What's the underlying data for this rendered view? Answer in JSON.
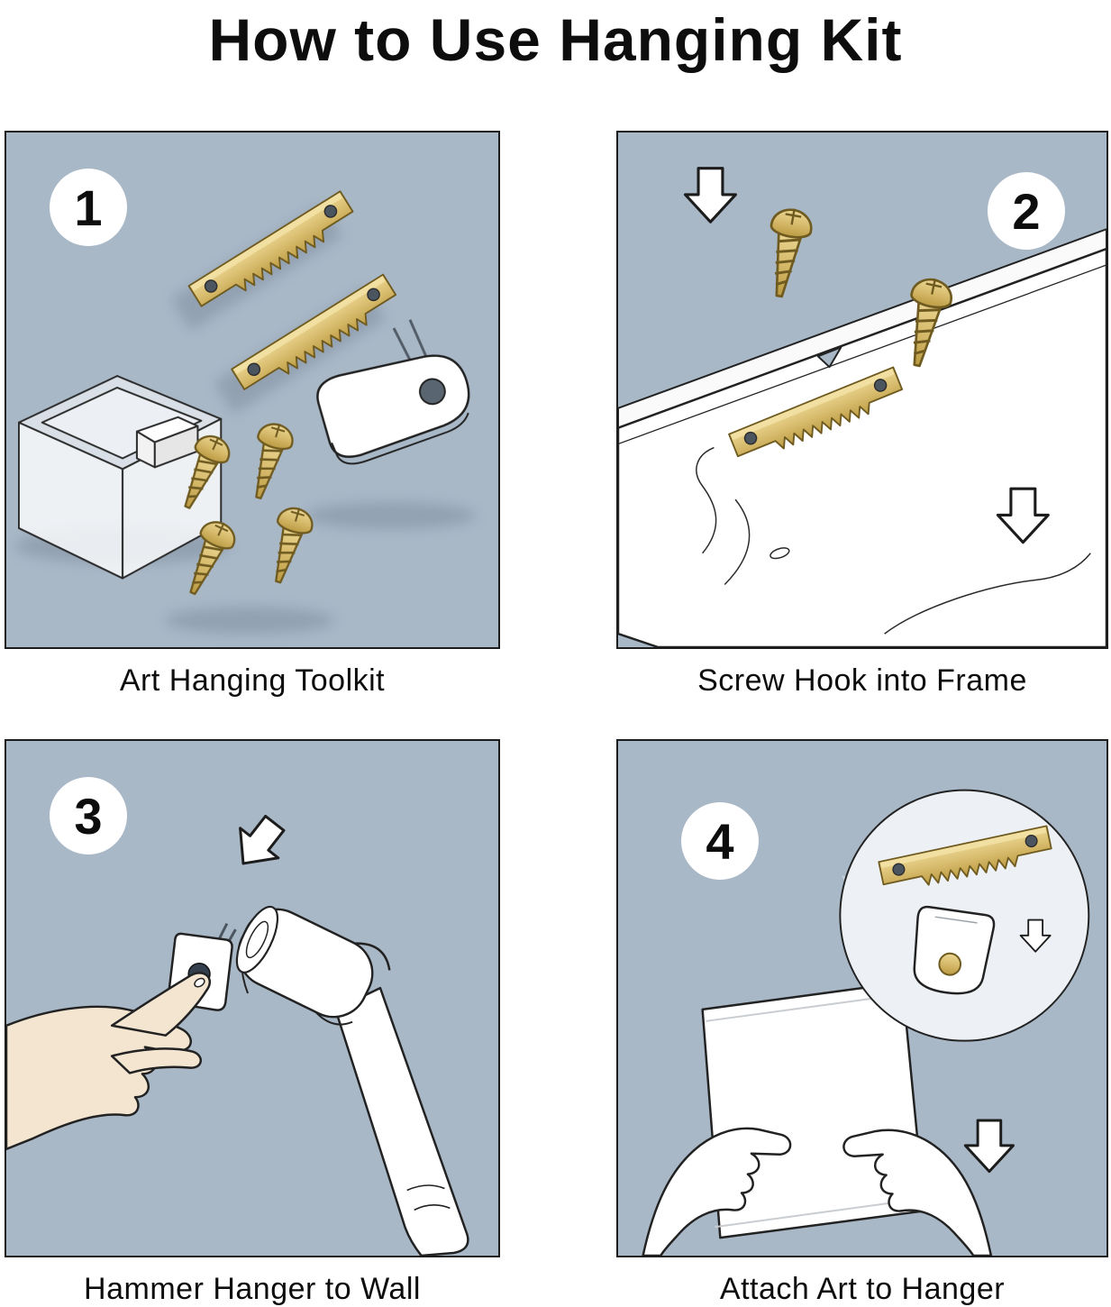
{
  "title": "How to Use Hanging  Kit",
  "steps": [
    {
      "number": "1",
      "caption": "Art Hanging Toolkit"
    },
    {
      "number": "2",
      "caption": "Screw Hook into Frame"
    },
    {
      "number": "3",
      "caption": "Hammer Hanger to Wall"
    },
    {
      "number": "4",
      "caption": "Attach Art to Hanger"
    }
  ],
  "colors": {
    "panel-bg": "#a9b8c7",
    "outline": "#1d1d1d",
    "gold": "#d4b768",
    "gold-dark": "#6f5b20",
    "skin": "#f3e5d0",
    "paper": "#ffffff"
  }
}
